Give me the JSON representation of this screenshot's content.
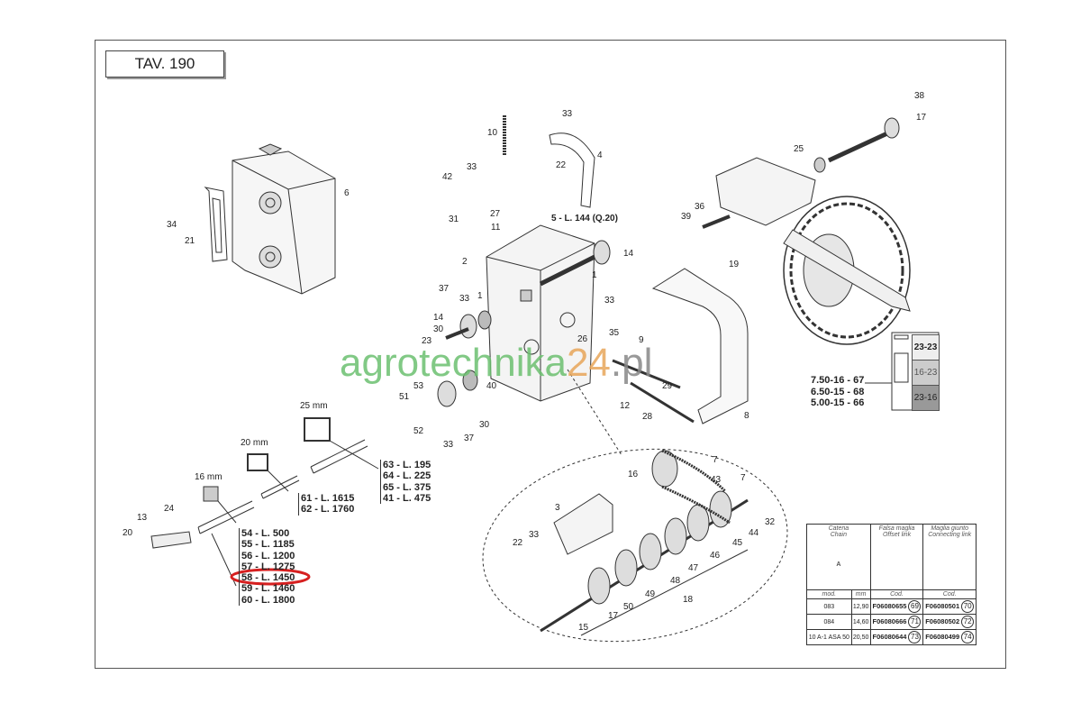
{
  "title": "TAV. 190",
  "watermark": {
    "part1": "agrotechnika",
    "part2": "24",
    "part3": ".pl"
  },
  "callouts": [
    "10",
    "33",
    "4",
    "22",
    "33",
    "42",
    "31",
    "27",
    "5 - L. 144 (Q.20)",
    "11",
    "14",
    "2",
    "1",
    "37",
    "33",
    "1",
    "33",
    "14",
    "30",
    "35",
    "26",
    "9",
    "29",
    "23",
    "40",
    "53",
    "51",
    "12",
    "28",
    "8",
    "52",
    "30",
    "37",
    "33",
    "6",
    "34",
    "21",
    "38",
    "17",
    "25",
    "36",
    "39",
    "19",
    "24",
    "13",
    "20",
    "16",
    "43",
    "7",
    "7",
    "32",
    "44",
    "45",
    "46",
    "47",
    "48",
    "3",
    "33",
    "22",
    "49",
    "50",
    "17",
    "18",
    "15"
  ],
  "tubes": {
    "sizes": [
      "25 mm",
      "20 mm",
      "16 mm"
    ],
    "list_25": [
      "63 - L. 195",
      "64 - L. 225",
      "65 - L. 375",
      "41 - L. 475"
    ],
    "list_20": [
      "61 - L. 1615",
      "62 - L. 1760"
    ],
    "list_16": [
      "54 - L. 500",
      "55 - L. 1185",
      "56 - L. 1200",
      "57 - L. 1275",
      "58 - L. 1450",
      "59 - L. 1460",
      "60 - L. 1800"
    ],
    "highlighted": "58 - L. 1450",
    "highlight_color": "#d62020"
  },
  "tires": {
    "sizes": [
      "7.50-16 - 67",
      "6.50-15 - 68",
      "5.00-15 - 66"
    ],
    "boxes": [
      "23-23",
      "16-23",
      "23-16"
    ]
  },
  "chain_table": {
    "headers": [
      [
        "Catena",
        "Chain"
      ],
      [
        "Falsa maglia",
        "Offset link"
      ],
      [
        "Maglia giunto",
        "Connecting link"
      ]
    ],
    "dim_label": "A",
    "subheaders": [
      "mod.",
      "mm",
      "Cod.",
      "Cod."
    ],
    "rows": [
      {
        "mod": "083",
        "mm": "12,90",
        "offset": "F06080655",
        "offset_ref": "69",
        "connect": "F06080501",
        "connect_ref": "70"
      },
      {
        "mod": "084",
        "mm": "14,60",
        "offset": "F06080666",
        "offset_ref": "71",
        "connect": "F06080502",
        "connect_ref": "72"
      },
      {
        "mod": "10 A-1 ASA 50",
        "mm": "20,50",
        "offset": "F06080644",
        "offset_ref": "73",
        "connect": "F06080499",
        "connect_ref": "74"
      }
    ]
  }
}
